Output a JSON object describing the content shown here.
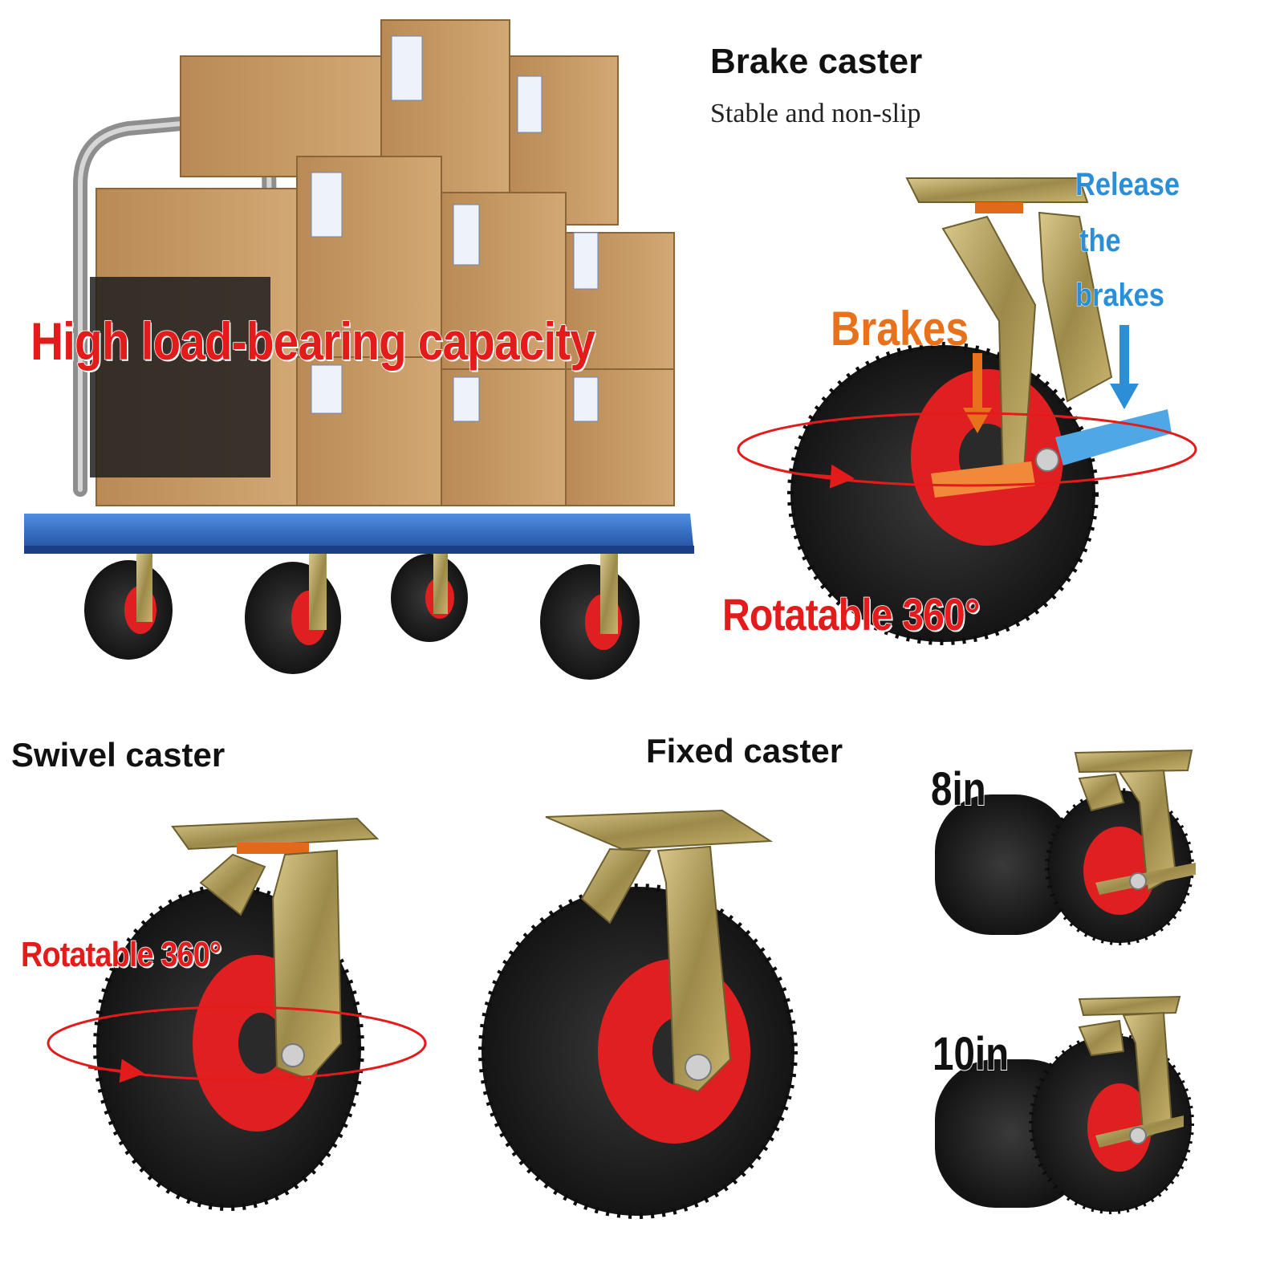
{
  "labels": {
    "load_capacity": "High load-bearing capacity",
    "brake_caster_title": "Brake caster",
    "brake_caster_subtitle": "Stable and non-slip",
    "release_line1": "Release",
    "release_line2": "the",
    "release_line3": "brakes",
    "brakes": "Brakes",
    "rotatable_brake": "Rotatable 360°",
    "swivel_caster_title": "Swivel caster",
    "rotatable_swivel": "Rotatable 360°",
    "fixed_caster_title": "Fixed caster",
    "size_8": "8in",
    "size_10": "10in"
  },
  "colors": {
    "red_caption": "#e31b1b",
    "orange_caption": "#e8711c",
    "blue_caption": "#2a8fd6",
    "tire": "#1c1c1c",
    "rim": "#e02020",
    "bracket": "#b5a464",
    "cart_deck": "#2d5fb8",
    "box": "#c59a63"
  },
  "icons": [
    "cart-illustration",
    "brake-caster-illustration",
    "swivel-caster-illustration",
    "fixed-caster-illustration",
    "caster-8in-illustration",
    "caster-10in-illustration",
    "rotation-ring-icon",
    "arrow-down-icon"
  ]
}
